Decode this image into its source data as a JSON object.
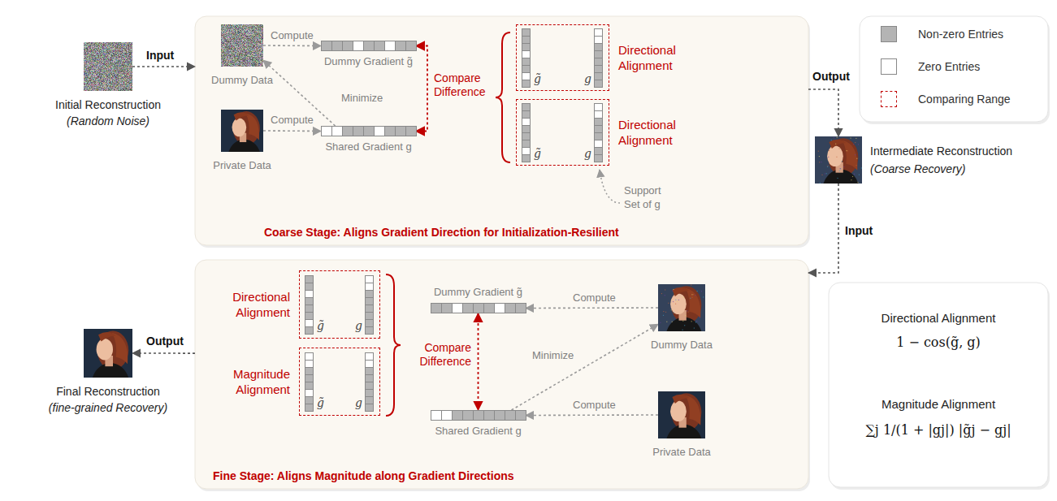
{
  "diagram": {
    "nodes": [
      {
        "text": [
          "Initial Reconstruction",
          "(Random Noise)"
        ]
      },
      {
        "text": [
          "Coarse Stage: Aligns Gradient Direction for Initialization-Resilient"
        ]
      },
      {
        "text": [
          "Dummy Data"
        ],
        "in": 1
      },
      {
        "text": [
          "Dummy Gradient g̃"
        ],
        "in": 1
      },
      {
        "text": [
          "Private Data"
        ],
        "in": 1
      },
      {
        "text": [
          "Shared Gradient g"
        ],
        "in": 1
      },
      {
        "text": [
          "g̃",
          "g",
          "Directional Alignment"
        ],
        "in": 1
      },
      {
        "text": [
          "g̃",
          "g",
          "Directional Alignment"
        ],
        "in": 1
      },
      {
        "text": [
          "Intermediate Reconstruction",
          "(Coarse Recovery)"
        ]
      },
      {
        "text": [
          "Fine Stage: Aligns Magnitude along Gradient Directions"
        ]
      },
      {
        "text": [
          "Directional Alignment",
          "g̃",
          "g"
        ],
        "in": 9
      },
      {
        "text": [
          "Magnitude Alignment",
          "g̃",
          "g"
        ],
        "in": 9
      },
      {
        "text": [
          "Dummy Gradient g̃"
        ],
        "in": 9
      },
      {
        "text": [
          "Dummy Data"
        ],
        "in": 9
      },
      {
        "text": [
          "Shared Gradient g"
        ],
        "in": 9
      },
      {
        "text": [
          "Private Data"
        ],
        "in": 9
      },
      {
        "text": [
          "Final Reconstruction",
          "(fine-grained Recovery)"
        ]
      },
      {
        "text": [
          "Directional Alignment",
          "1 − cos(g̃, g)",
          "Magnitude Alignment",
          "∑j 1/(1 + |gj|) |g̃j − gj|"
        ]
      }
    ],
    "edges": [
      {
        "from": 0,
        "to": 1,
        "label": "Input",
        "arrow": "to"
      },
      {
        "from": 2,
        "to": 3,
        "label": "Compute",
        "arrow": "to"
      },
      {
        "from": 4,
        "to": 5,
        "label": "Compute",
        "arrow": "to"
      },
      {
        "from": 5,
        "to": 2,
        "label": "Minimize",
        "arrow": "to"
      },
      {
        "from": 3,
        "to": 5,
        "label": "Compare Difference",
        "arrow": "both"
      },
      {
        "from": 1,
        "to": 8,
        "label": "Output",
        "arrow": "to"
      },
      {
        "from": 8,
        "to": 9,
        "label": "Input",
        "arrow": "to"
      },
      {
        "from": 13,
        "to": 12,
        "label": "Compute",
        "arrow": "to"
      },
      {
        "from": 15,
        "to": 14,
        "label": "Compute",
        "arrow": "to"
      },
      {
        "from": 14,
        "to": 13,
        "label": "Minimize",
        "arrow": "to"
      },
      {
        "from": 12,
        "to": 14,
        "label": "Compare Difference",
        "arrow": "both"
      },
      {
        "from": 9,
        "to": 16,
        "label": "Output",
        "arrow": "to"
      }
    ],
    "labels": [
      "Support Set of g"
    ],
    "legend": [
      {
        "text": "Non-zero Entries",
        "color": "#b4b4b4"
      },
      {
        "text": "Zero Entries",
        "color": "#ffffff"
      },
      {
        "text": "Comparing Range"
      }
    ]
  }
}
